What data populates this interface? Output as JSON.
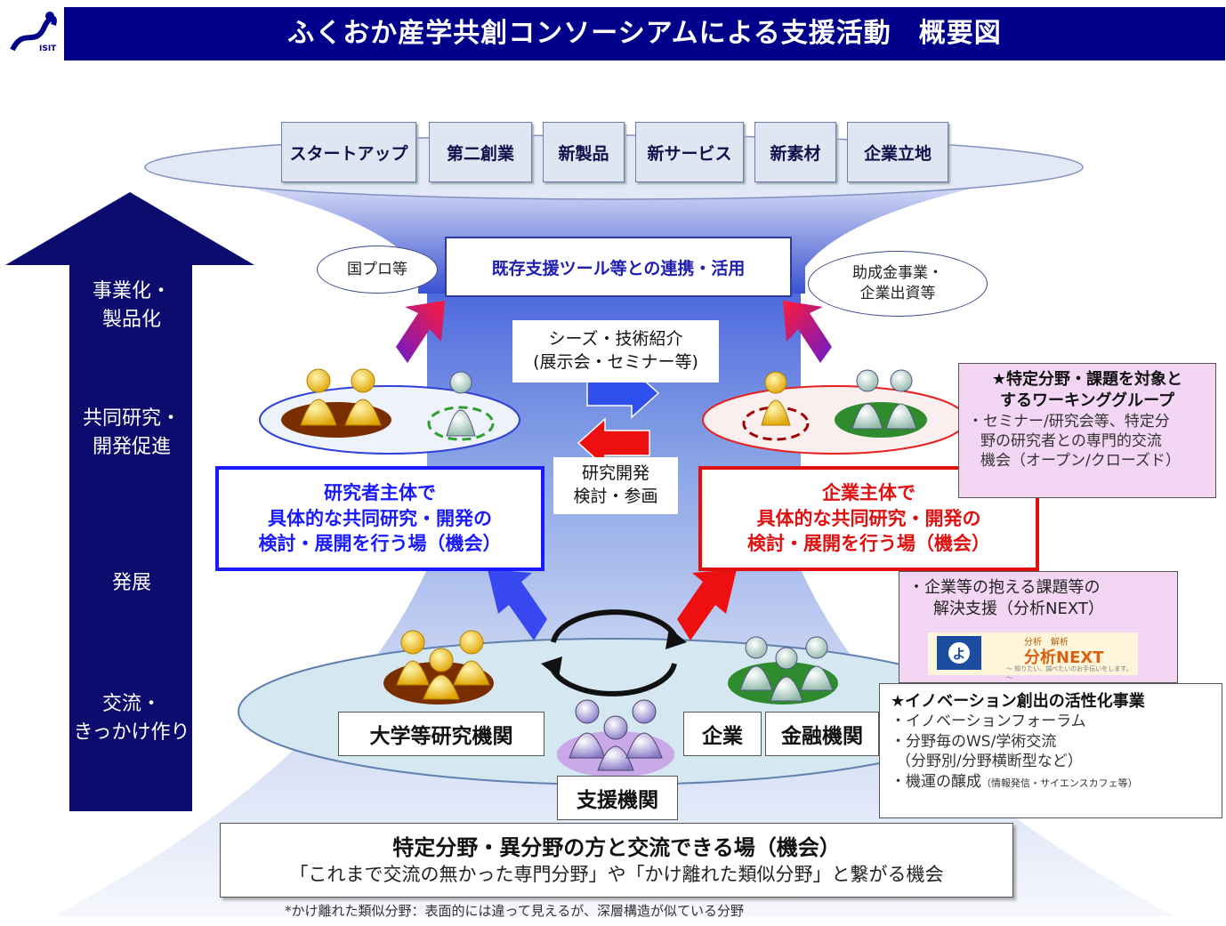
{
  "header": {
    "title": "ふくおか産学共創コンソーシアムによる支援活動　概要図",
    "logo_text": "ISIT"
  },
  "outcomes": [
    "スタートアップ",
    "第二創業",
    "新製品",
    "新サービス",
    "新素材",
    "企業立地"
  ],
  "existing_tools": {
    "label": "既存支援ツール等との連携・活用",
    "left_oval": "国プロ等",
    "right_oval_line1": "助成金事業・",
    "right_oval_line2": "企業出資等"
  },
  "stages": [
    {
      "line1": "事業化・",
      "line2": "製品化"
    },
    {
      "line1": "共同研究・",
      "line2": "開発促進"
    },
    {
      "line1": "発展",
      "line2": ""
    },
    {
      "line1": "交流・",
      "line2": "きっかけ作り"
    }
  ],
  "exchange": {
    "seeds_line1": "シーズ・技術紹介",
    "seeds_line2": "(展示会・セミナー等)",
    "rd_line1": "研究開発",
    "rd_line2": "検討・参画"
  },
  "researcher_place": {
    "line1": "研究者主体で",
    "line2": "具体的な共同研究・開発の",
    "line3": "検討・展開を行う場（機会）"
  },
  "company_place": {
    "line1": "企業主体で",
    "line2": "具体的な共同研究・開発の",
    "line3": "検討・展開を行う場（機会）"
  },
  "working_group": {
    "title_line1": "★特定分野・課題を対象と",
    "title_line2": "するワーキンググループ",
    "body_line1": "・セミナー/研究会等、特定分",
    "body_line2": "野の研究者との専門的交流",
    "body_line3": "機会（オープン/クローズド）"
  },
  "analysis": {
    "line1": "・企業等の抱える課題等の",
    "line2": "解決支援（分析NEXT）",
    "logo_char": "よ",
    "banner_small": "分析　解析",
    "banner_main": "分析NEXT",
    "banner_tag": "～ 知りたい、調べたいのお手伝いをします。～"
  },
  "innovation": {
    "title": "★イノベーション創出の活性化事業",
    "item1": "・イノベーションフォーラム",
    "item2": "・分野毎のWS/学術交流",
    "item3": "（分野別/分野横断型など）",
    "item4_main": "・機運の醸成",
    "item4_small": "（情報発信・サイエンスカフェ等）"
  },
  "participants": {
    "university": "大学等研究機関",
    "company": "企業",
    "finance": "金融機関",
    "support": "支援機関"
  },
  "bottom": {
    "title": "特定分野・異分野の方と交流できる場（機会）",
    "subtitle": "「これまで交流の無かった専門分野」や「かけ離れた類似分野」と繋がる機会",
    "footnote": "*かけ離れた類似分野：表面的には違って見えるが、深層構造が似ている分野"
  },
  "colors": {
    "navy": "#00008b",
    "researcher_blue": "#1a1aff",
    "company_red": "#e01010",
    "gold": "#f2b800",
    "brown": "#7a2e00",
    "green": "#2e8b2e",
    "purple_pale": "#c9a8e8"
  }
}
